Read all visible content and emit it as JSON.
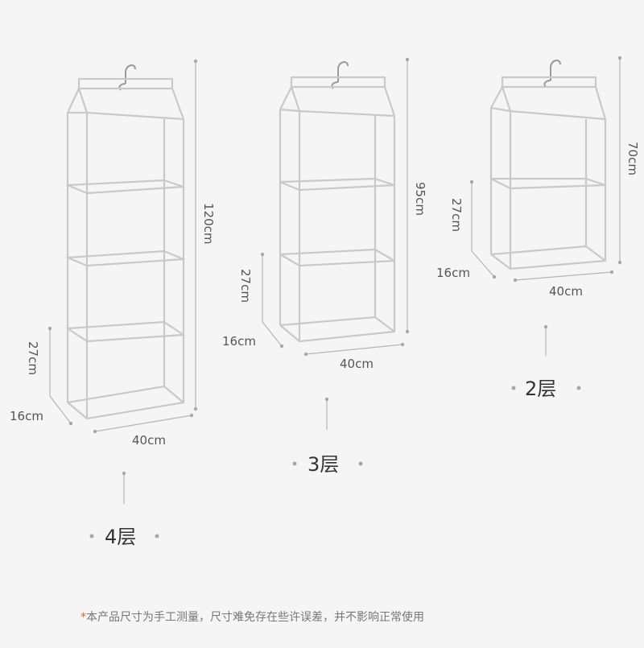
{
  "organizers": [
    {
      "tiers_label": "4层",
      "height_label": "120cm",
      "shelf_height_label": "27cm",
      "depth_label": "16cm",
      "width_label": "40cm"
    },
    {
      "tiers_label": "3层",
      "height_label": "95cm",
      "shelf_height_label": "27cm",
      "depth_label": "16cm",
      "width_label": "40cm"
    },
    {
      "tiers_label": "2层",
      "height_label": "70cm",
      "shelf_height_label": "27cm",
      "depth_label": "16cm",
      "width_label": "40cm"
    }
  ],
  "footnote": {
    "asterisk": "*",
    "text": "本产品尺寸为手工测量，尺寸难免存在些许误差，并不影响正常使用"
  },
  "colors": {
    "background": "#f5f5f5",
    "frame": "#c9c9c9",
    "asterisk": "#e0604a"
  }
}
